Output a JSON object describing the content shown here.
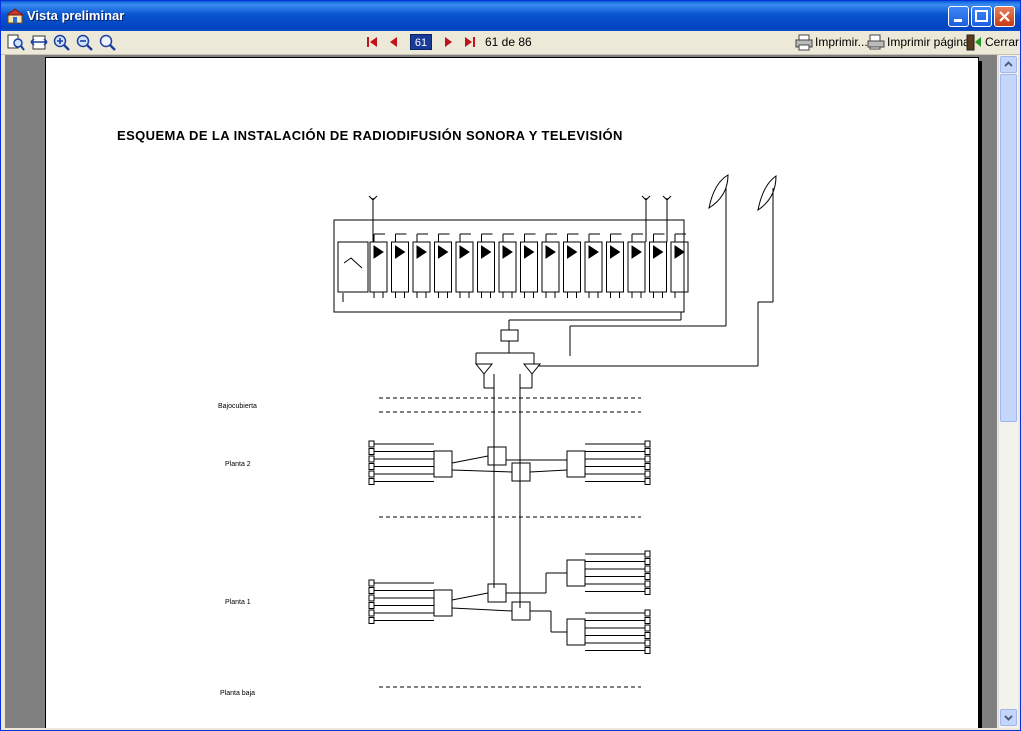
{
  "window": {
    "title": "Vista preliminar"
  },
  "toolbar": {
    "page_number": "61",
    "page_count": "61 de 86",
    "print_label": "Imprimir...",
    "print_page_label": "Imprimir página",
    "close_label": "Cerrar",
    "tool_icons": [
      "page-fit-icon",
      "page-width-icon",
      "zoom-in-icon",
      "zoom-out-icon",
      "zoom-100-icon"
    ]
  },
  "document": {
    "title": "ESQUEMA DE LA INSTALACIÓN DE RADIODIFUSIÓN SONORA Y TELEVISIÓN",
    "floors": {
      "f1": "Bajocubierta",
      "f2": "Planta 2",
      "f3": "Planta 1",
      "f4": "Planta baja"
    }
  },
  "colors": {
    "titlebar": "#0a55d0",
    "accent": "#0831d9",
    "viewport": "#808080",
    "page_box": "#1a3a9a"
  }
}
